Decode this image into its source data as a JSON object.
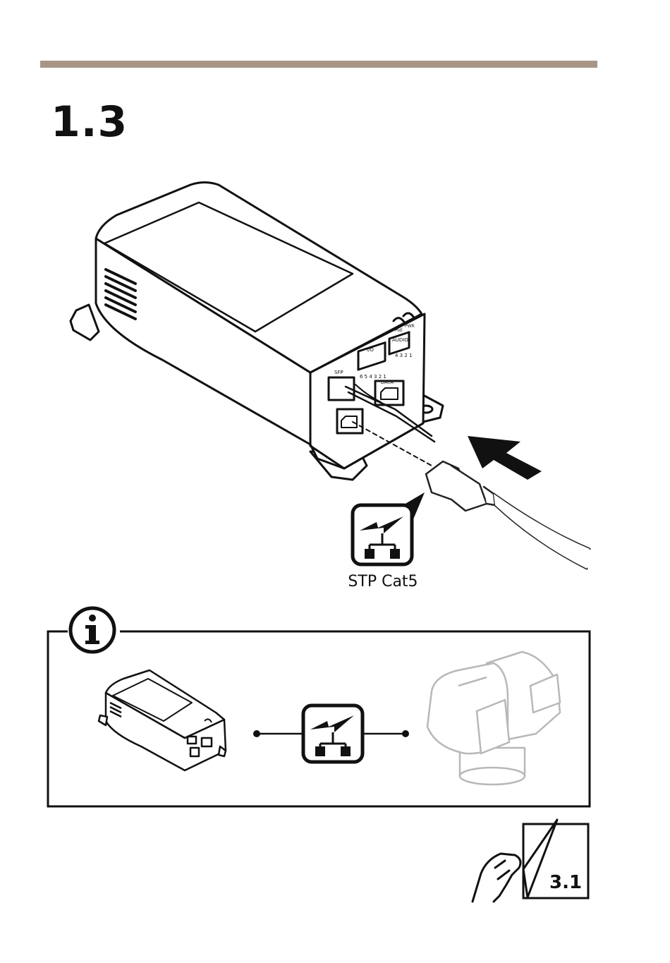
{
  "document": {
    "step_number": "1.3",
    "cable_label": "STP Cat5",
    "page_reference": "3.1"
  },
  "device": {
    "port_labels": {
      "sfp": "SFP",
      "io": "I/O",
      "io_pins": "6 5 4 3 2 1",
      "audio": "AUDIO",
      "audio_pins": "4 3 2 1",
      "data": "DATA",
      "poe_led": "PoE",
      "pwr_led": "PWR"
    }
  },
  "icons": {
    "network": "network-icon",
    "info": "info-icon",
    "arrow": "insert-arrow-icon",
    "page_turn": "page-turn-icon"
  },
  "colors": {
    "accent_rule": "#a89585",
    "ink": "#111111",
    "faded": "#b8b8b8"
  }
}
